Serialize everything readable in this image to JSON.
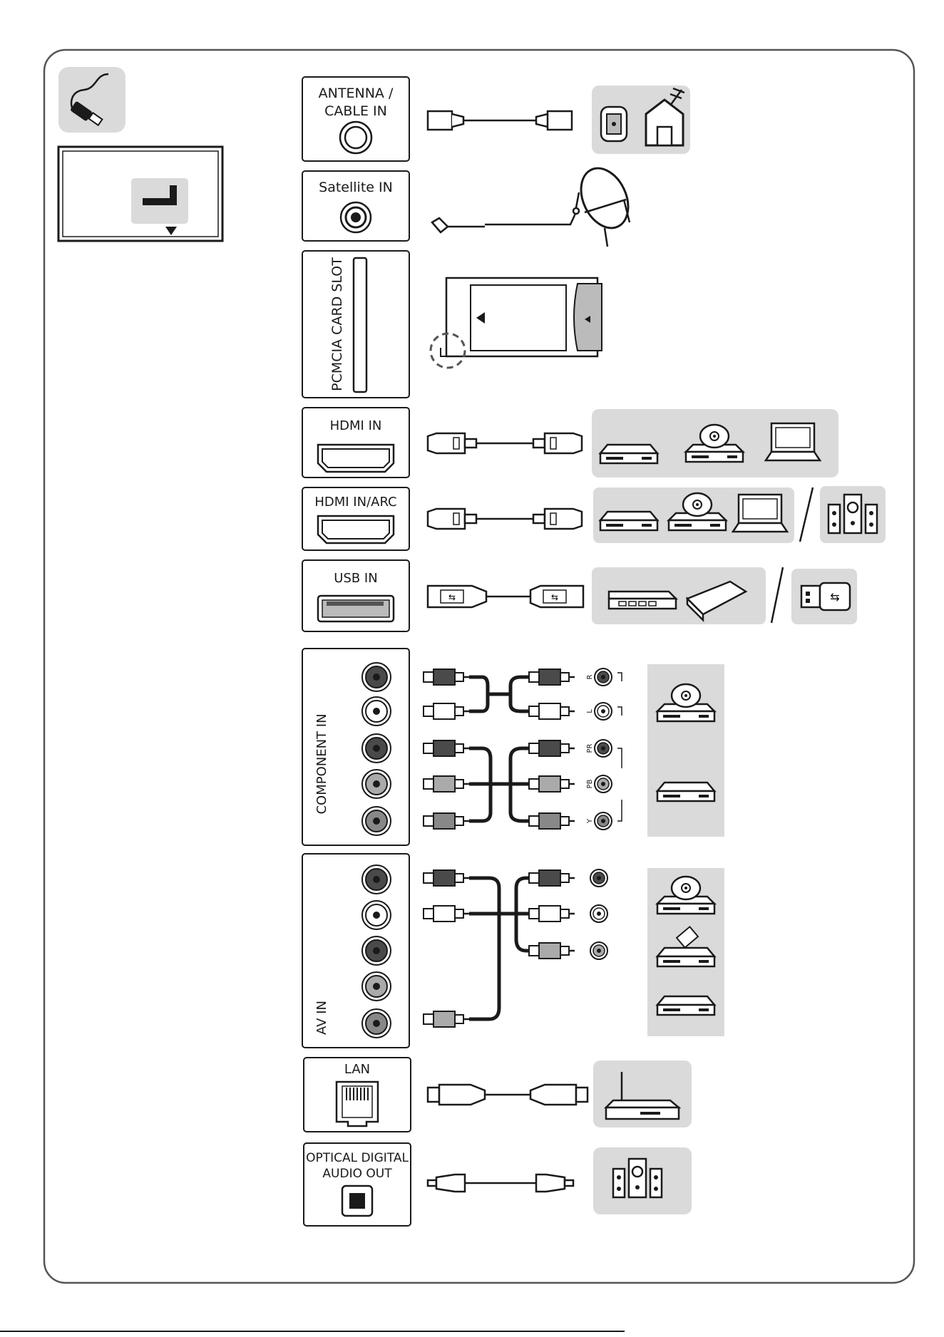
{
  "ports": {
    "antenna": "ANTENNA /",
    "antenna_line2": "CABLE IN",
    "satellite": "Satellite IN",
    "pcmcia": "PCMCIA CARD SLOT",
    "hdmi": "HDMI IN",
    "hdmi_arc": "HDMI IN/ARC",
    "usb": "USB IN",
    "component": "COMPONENT IN",
    "av": "AV IN",
    "lan": "LAN",
    "optical": "OPTICAL DIGITAL",
    "optical_line2": "AUDIO OUT"
  },
  "component_labels": {
    "r": "R",
    "l": "L",
    "pr": "PR",
    "pb": "PB",
    "y": "Y"
  },
  "icons": [
    "cable-icon",
    "tv-back-panel-icon",
    "house-antenna-icon",
    "satellite-dish-icon",
    "ci-module-icon",
    "bluray-player-icon",
    "dvd-player-icon",
    "laptop-icon",
    "speaker-system-icon",
    "hard-drive-icon",
    "usb-stick-icon",
    "router-icon",
    "vcr-icon"
  ],
  "colors": {
    "line": "#1a1a1a",
    "panel": "#dadada",
    "border": "#555555"
  }
}
